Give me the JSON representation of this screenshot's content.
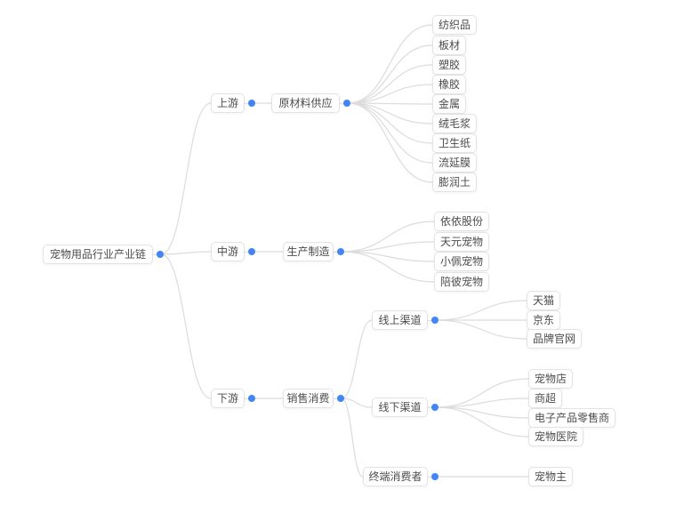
{
  "mindmap": {
    "root": {
      "label": "宠物用品行业产业链",
      "children": [
        {
          "label": "上游",
          "children": [
            {
              "label": "原材料供应",
              "children": [
                {
                  "label": "纺织品"
                },
                {
                  "label": "板材"
                },
                {
                  "label": "塑胶"
                },
                {
                  "label": "橡胶"
                },
                {
                  "label": "金属"
                },
                {
                  "label": "绒毛浆"
                },
                {
                  "label": "卫生纸"
                },
                {
                  "label": "流延膜"
                },
                {
                  "label": "膨润土"
                }
              ]
            }
          ]
        },
        {
          "label": "中游",
          "children": [
            {
              "label": "生产制造",
              "children": [
                {
                  "label": "依依股份"
                },
                {
                  "label": "天元宠物"
                },
                {
                  "label": "小佩宠物"
                },
                {
                  "label": "陪彼宠物"
                }
              ]
            }
          ]
        },
        {
          "label": "下游",
          "children": [
            {
              "label": "销售消费",
              "children": [
                {
                  "label": "线上渠道",
                  "children": [
                    {
                      "label": "天猫"
                    },
                    {
                      "label": "京东"
                    },
                    {
                      "label": "品牌官网"
                    }
                  ]
                },
                {
                  "label": "线下渠道",
                  "children": [
                    {
                      "label": "宠物店"
                    },
                    {
                      "label": "商超"
                    },
                    {
                      "label": "电子产品零售商"
                    },
                    {
                      "label": "宠物医院"
                    }
                  ]
                },
                {
                  "label": "终端消费者",
                  "children": [
                    {
                      "label": "宠物主"
                    }
                  ]
                }
              ]
            }
          ]
        }
      ]
    }
  },
  "colors": {
    "dot": "#4285f4",
    "line": "#dcdcdc",
    "node_border": "#e3e3e3",
    "node_text": "#4c4c4c",
    "background": "#ffffff"
  }
}
